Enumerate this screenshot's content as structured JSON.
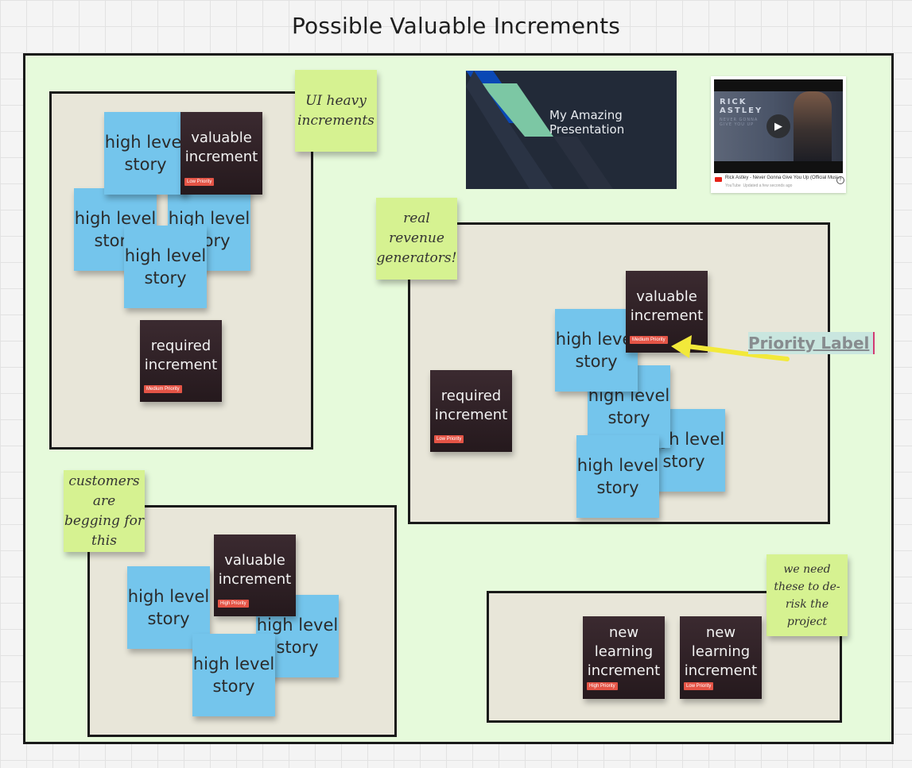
{
  "board": {
    "title": "Possible Valuable Increments"
  },
  "notes": {
    "ui_heavy": "UI heavy increments",
    "revenue": "real revenue generators!",
    "customers": "customers are begging for this",
    "derisk": "we need these to de-risk the project"
  },
  "cards": {
    "story": "high level story",
    "valuable": "valuable increment",
    "required": "required increment",
    "new_learning": "new learning increment"
  },
  "priorities": {
    "low": "Low Priority",
    "medium": "Medium Priority",
    "high": "High Priority"
  },
  "presentation": {
    "title": "My Amazing Presentation"
  },
  "video": {
    "thumb_name": "RICK ASTLEY",
    "thumb_sub": "NEVER GONNA GIVE YOU UP",
    "caption": "Rick Astley - Never Gonna Give You Up (Official Musi...",
    "source": "YouTube",
    "updated": "Updated a few seconds ago"
  },
  "callout": {
    "label": "Priority Label"
  },
  "colors": {
    "frame_fill": "#e6fadb",
    "area_fill": "#e8e6d9",
    "blue_sticky": "#74c5ec",
    "dark_card": "#2e2226",
    "green_note": "#d6f291",
    "priority_tag": "#e45446",
    "arrow": "#f2e93a"
  }
}
